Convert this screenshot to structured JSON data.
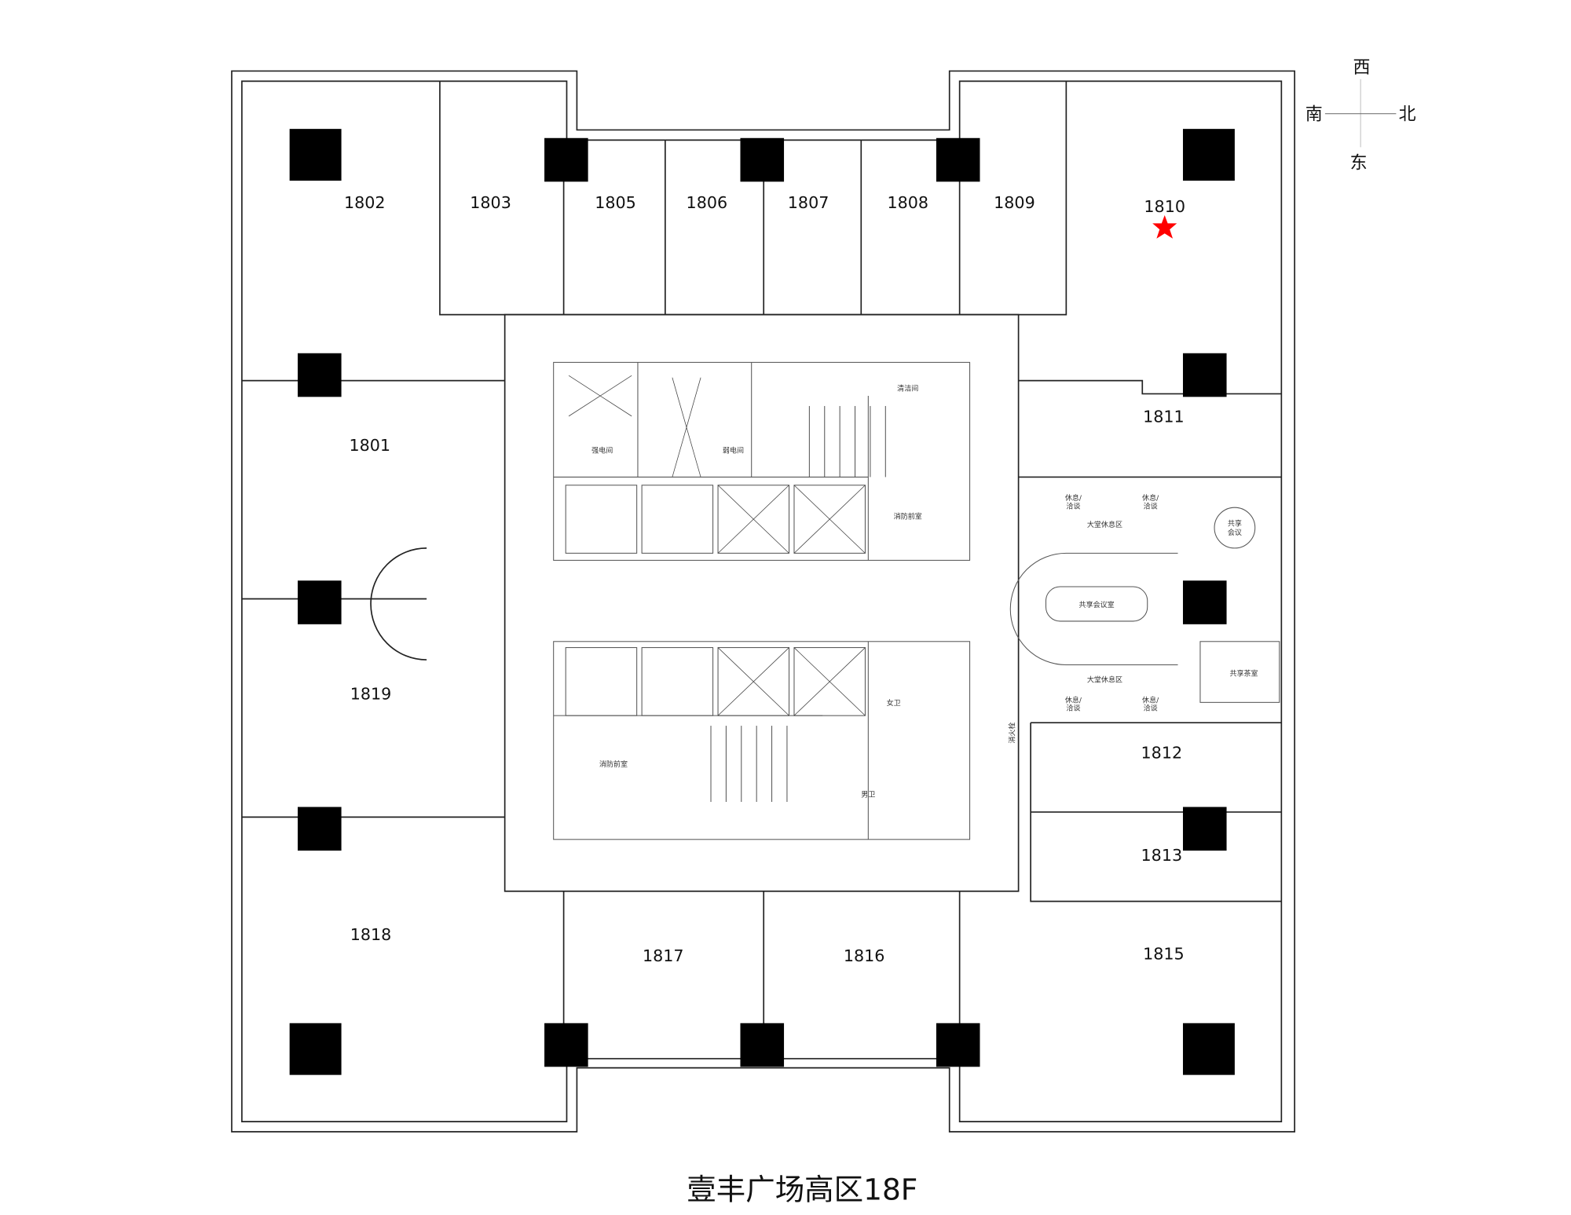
{
  "title": "壹丰广场高区18F",
  "compass": {
    "top": "西",
    "left": "南",
    "right": "北",
    "bottom": "东"
  },
  "rooms": {
    "r1801": "1801",
    "r1802": "1802",
    "r1803": "1803",
    "r1805": "1805",
    "r1806": "1806",
    "r1807": "1807",
    "r1808": "1808",
    "r1809": "1809",
    "r1810": "1810",
    "r1811": "1811",
    "r1812": "1812",
    "r1813": "1813",
    "r1815": "1815",
    "r1816": "1816",
    "r1817": "1817",
    "r1818": "1818",
    "r1819": "1819"
  },
  "core_labels": {
    "strong_elec": "强电间",
    "weak_elec": "弱电间",
    "cleaning": "清洁间",
    "fire_lobby_upper": "消防前室",
    "fire_lobby_lower": "消防前室",
    "female_wc": "女卫",
    "male_wc": "男卫",
    "hydrant": "消火栓"
  },
  "shared_labels": {
    "lounge_upper": "大堂休息区",
    "lounge_lower": "大堂休息区",
    "meeting_round_line1": "共享",
    "meeting_round_line2": "会议",
    "meeting_room": "共享会议室",
    "tea_room": "共享茶室",
    "seat_line1": "休息/",
    "seat_line2": "洽谈"
  },
  "highlight": {
    "room": "1810",
    "marker_color": "#ff0000"
  }
}
